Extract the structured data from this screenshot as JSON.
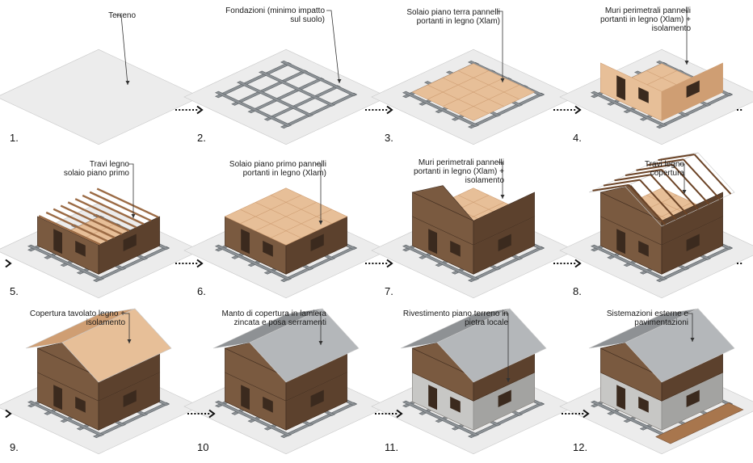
{
  "steps": [
    {
      "number": "1.",
      "label": [
        "Terreno"
      ]
    },
    {
      "number": "2.",
      "label": [
        "Fondazioni (minimo impatto",
        "sul suolo)"
      ]
    },
    {
      "number": "3.",
      "label": [
        "Solaio piano terra pannelli",
        "portanti in legno (Xlam)"
      ]
    },
    {
      "number": "4.",
      "label": [
        "Muri perimetrali pannelli",
        "portanti in legno (Xlam) +",
        "isolamento"
      ]
    },
    {
      "number": "5.",
      "label": [
        "Travi legno",
        "solaio piano primo"
      ]
    },
    {
      "number": "6.",
      "label": [
        "Solaio piano primo pannelli",
        "portanti in legno (Xlam)"
      ]
    },
    {
      "number": "7.",
      "label": [
        "Muri perimetrali pannelli",
        "portanti in legno (Xlam) +",
        "isolamento"
      ]
    },
    {
      "number": "8.",
      "label": [
        "Travi legno",
        "copertura"
      ]
    },
    {
      "number": "9.",
      "label": [
        "Copertura tavolato legno +",
        "isolamento"
      ]
    },
    {
      "number": "10",
      "label": [
        "Manto di copertura in lamiera",
        "zincata e posa serramenti"
      ]
    },
    {
      "number": "11.",
      "label": [
        "Rivestimento piano terreno in",
        "pietra locale"
      ]
    },
    {
      "number": "12.",
      "label": [
        "Sistemazioni esterne e",
        "pavimentazioni"
      ]
    }
  ],
  "colors": {
    "ground": "#ececec",
    "ground_edge": "#c9c9c9",
    "steel": "#8d9296",
    "steel_dark": "#5f6468",
    "xlam": "#e7bf98",
    "xlam_dark": "#cf9e73",
    "timber_wall": "#7a5a40",
    "timber_wall_dark": "#5c412d",
    "roof_metal": "#b4b7ba",
    "roof_metal_dark": "#8e9194",
    "stone": "#c7c7c5",
    "stone_dark": "#a3a3a1",
    "arrow": "#111111"
  }
}
